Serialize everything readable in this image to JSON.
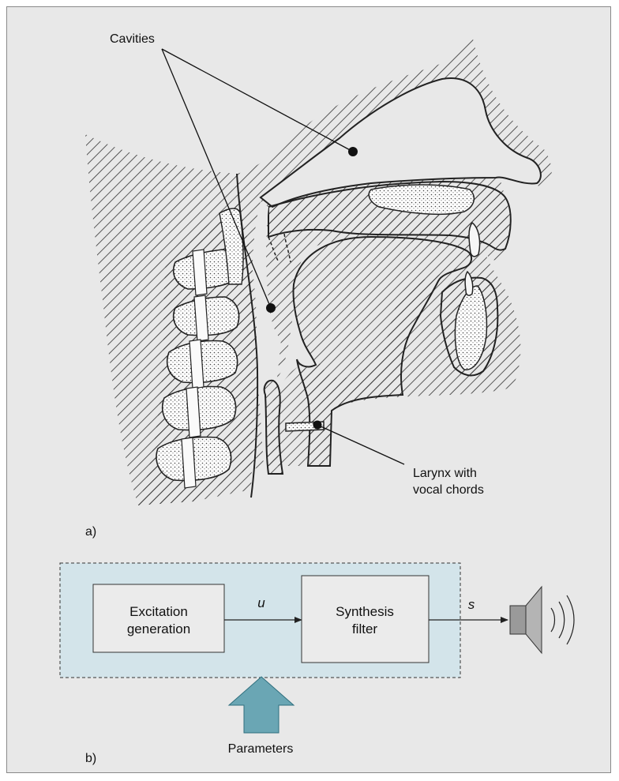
{
  "anatomy": {
    "cavities_label": "Cavities",
    "larynx_label_line1": "Larynx with",
    "larynx_label_line2": "vocal chords",
    "panel_label": "a)"
  },
  "block_diagram": {
    "excitation_line1": "Excitation",
    "excitation_line2": "generation",
    "signal_u": "u",
    "synthesis_line1": "Synthesis",
    "synthesis_line2": "filter",
    "signal_s": "s",
    "parameters_label": "Parameters",
    "panel_label": "b)"
  },
  "colors": {
    "background": "#e8e8e8",
    "system_fill": "#d3e4ea",
    "block_fill": "#ebebeb",
    "parameter_arrow": "#6aa6b4",
    "speaker": "#9a9a9a"
  }
}
